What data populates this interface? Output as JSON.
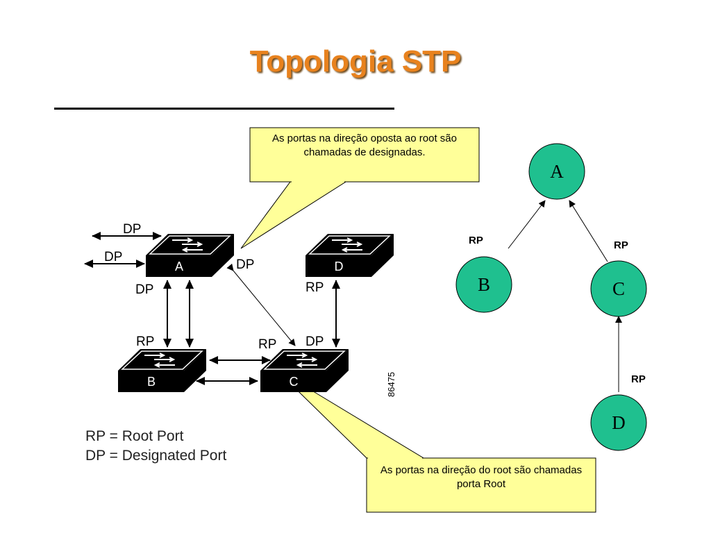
{
  "slide": {
    "title": "Topologia STP"
  },
  "callouts": {
    "designated": "As portas na direção oposta ao root são chamadas de designadas.",
    "root": "As portas na direção do root são chamadas porta Root"
  },
  "switch_diagram": {
    "switches": {
      "a": "A",
      "b": "B",
      "c": "C",
      "d": "D"
    },
    "port_labels": {
      "dp_top1": "DP",
      "dp_top2": "DP",
      "a_right": "DP",
      "a_bottom": "DP",
      "d_bottom": "RP",
      "b_top": "RP",
      "c_top_left": "RP",
      "c_top_right": "DP"
    },
    "figure_id": "86475"
  },
  "legend": {
    "rp": "RP = Root Port",
    "dp": "DP = Designated Port"
  },
  "tree": {
    "nodes": {
      "a": "A",
      "b": "B",
      "c": "C",
      "d": "D"
    },
    "edge_labels": {
      "b_a": "RP",
      "c_a": "RP",
      "d_c": "RP"
    }
  },
  "colors": {
    "title": "#e8821e",
    "callout_fill": "#ffff99",
    "node_fill": "#1fc08f"
  }
}
